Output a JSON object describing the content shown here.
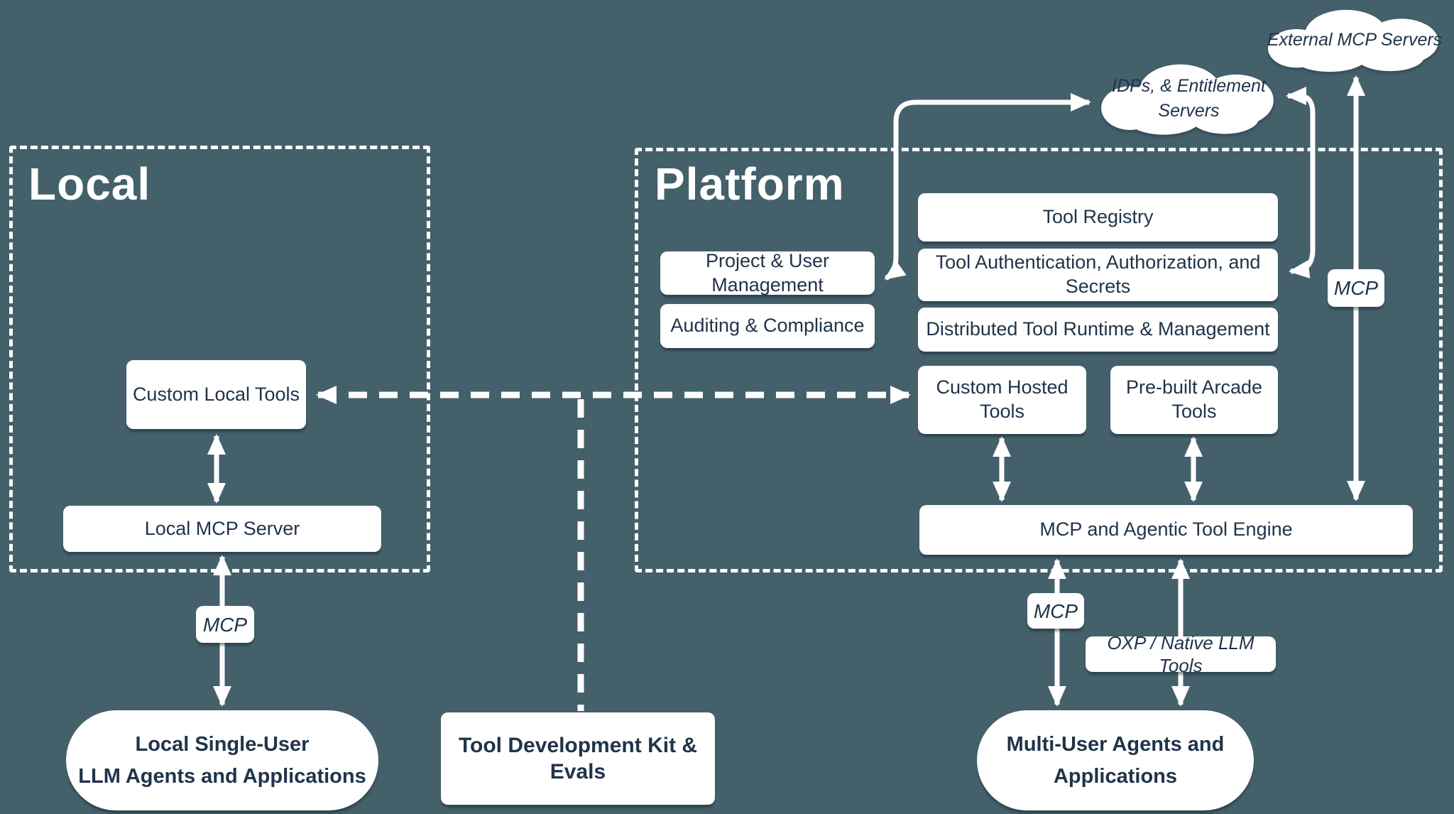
{
  "canvas": {
    "background_color": "#44606b",
    "surface_color": "#ffffff",
    "text_color": "#20344a"
  },
  "local": {
    "title": "Local",
    "boxes": {
      "custom_local_tools": "Custom Local Tools",
      "local_mcp_server": "Local MCP Server"
    },
    "agents_line1": "Local Single-User",
    "agents_line2": "LLM Agents and Applications"
  },
  "platform": {
    "title": "Platform",
    "boxes": {
      "project_user_management": "Project & User Management",
      "auditing_compliance": "Auditing & Compliance",
      "tool_registry": "Tool Registry",
      "tool_auth": "Tool Authentication, Authorization, and Secrets",
      "distributed_runtime": "Distributed Tool Runtime & Management",
      "custom_hosted_tools": "Custom Hosted Tools",
      "prebuilt_arcade_tools": "Pre-built Arcade Tools",
      "tool_engine": "MCP and Agentic Tool Engine"
    }
  },
  "clouds": {
    "external_mcp_servers": "External MCP Servers",
    "idps_line1": "IDPs, & Entitlement",
    "idps_line2": "Servers"
  },
  "labels": {
    "mcp": "MCP",
    "oxp": "OXP / Native LLM Tools"
  },
  "bottom": {
    "tool_dev_kit": "Tool Development Kit & Evals",
    "multi_user_line1": "Multi-User Agents and",
    "multi_user_line2": "Applications"
  },
  "icons": {
    "cloud_icon": "cloud",
    "arrow_icon": "double-headed-arrow"
  }
}
